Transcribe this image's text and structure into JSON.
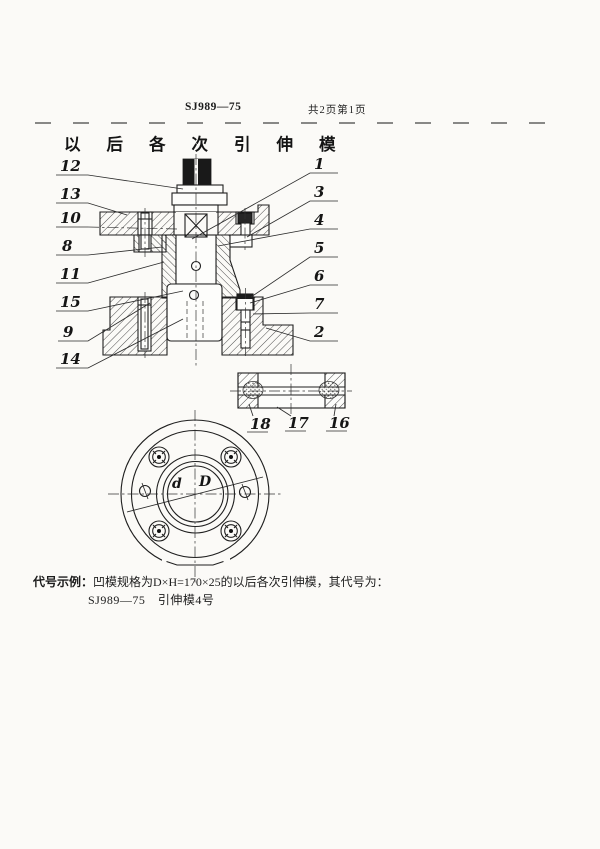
{
  "header": {
    "doc_number": "SJ989—75",
    "page_info": "共2页第1页"
  },
  "title": "以后各次引伸模",
  "drawing": {
    "section_callouts_left": [
      "12",
      "13",
      "10",
      "8",
      "11",
      "15",
      "9",
      "14"
    ],
    "section_callouts_right": [
      "1",
      "3",
      "4",
      "5",
      "6",
      "7",
      "2"
    ],
    "detail_callouts": [
      "18",
      "17",
      "16"
    ],
    "diameter_labels": {
      "inner": "d",
      "outer": "D"
    },
    "ink_color": "#1f1f1f"
  },
  "footer": {
    "example_label": "代号示例：",
    "example_text": "凹模规格为D×H=170×25的以后各次引伸模，其代号为：",
    "example_code": "SJ989—75　引伸模4号"
  }
}
